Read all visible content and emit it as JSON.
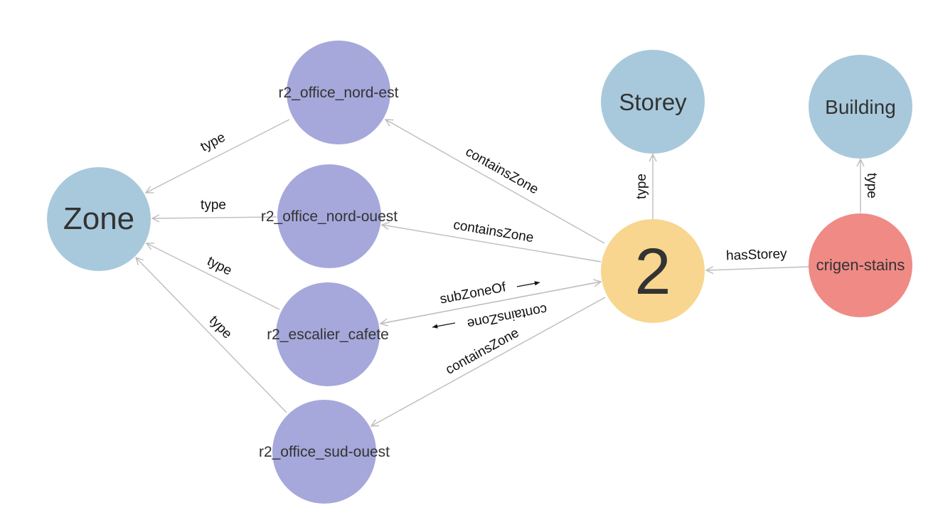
{
  "colors": {
    "class_node": "#a8c9dc",
    "zone_node": "#a6a8db",
    "storey_instance": "#f8d68f",
    "building_instance": "#ef8a85",
    "edge": "#bdbdbd",
    "edge_label": "#111111",
    "node_label": "#333333"
  },
  "nodes": {
    "zone": {
      "label": "Zone"
    },
    "storey": {
      "label": "Storey"
    },
    "building": {
      "label": "Building"
    },
    "r2_office_nord_est": {
      "label": "r2_office_nord-est"
    },
    "r2_office_nord_ouest": {
      "label": "r2_office_nord-ouest"
    },
    "r2_escalier_cafete": {
      "label": "r2_escalier_cafete"
    },
    "r2_office_sud_ouest": {
      "label": "r2_office_sud-ouest"
    },
    "storey_2": {
      "label": "2"
    },
    "crigen_stains": {
      "label": "crigen-stains"
    }
  },
  "edges": {
    "nord_est_type": {
      "from": "r2_office_nord-est",
      "to": "Zone",
      "label": "type"
    },
    "nord_ouest_type": {
      "from": "r2_office_nord-ouest",
      "to": "Zone",
      "label": "type"
    },
    "escalier_type": {
      "from": "r2_escalier_cafete",
      "to": "Zone",
      "label": "type"
    },
    "sud_ouest_type": {
      "from": "r2_office_sud-ouest",
      "to": "Zone",
      "label": "type"
    },
    "contains_nord_est": {
      "from": "2",
      "to": "r2_office_nord-est",
      "label": "containsZone"
    },
    "contains_nord_ouest": {
      "from": "2",
      "to": "r2_office_nord-ouest",
      "label": "containsZone"
    },
    "subzone_escalier": {
      "from": "r2_escalier_cafete",
      "to": "2",
      "label": "subZoneOf"
    },
    "contains_escalier": {
      "from": "2",
      "to": "r2_escalier_cafete",
      "label": "containsZone"
    },
    "contains_sud_ouest": {
      "from": "2",
      "to": "r2_office_sud-ouest",
      "label": "containsZone"
    },
    "storey_type": {
      "from": "2",
      "to": "Storey",
      "label": "type"
    },
    "has_storey": {
      "from": "crigen-stains",
      "to": "2",
      "label": "hasStorey"
    },
    "building_type": {
      "from": "crigen-stains",
      "to": "Building",
      "label": "type"
    }
  }
}
